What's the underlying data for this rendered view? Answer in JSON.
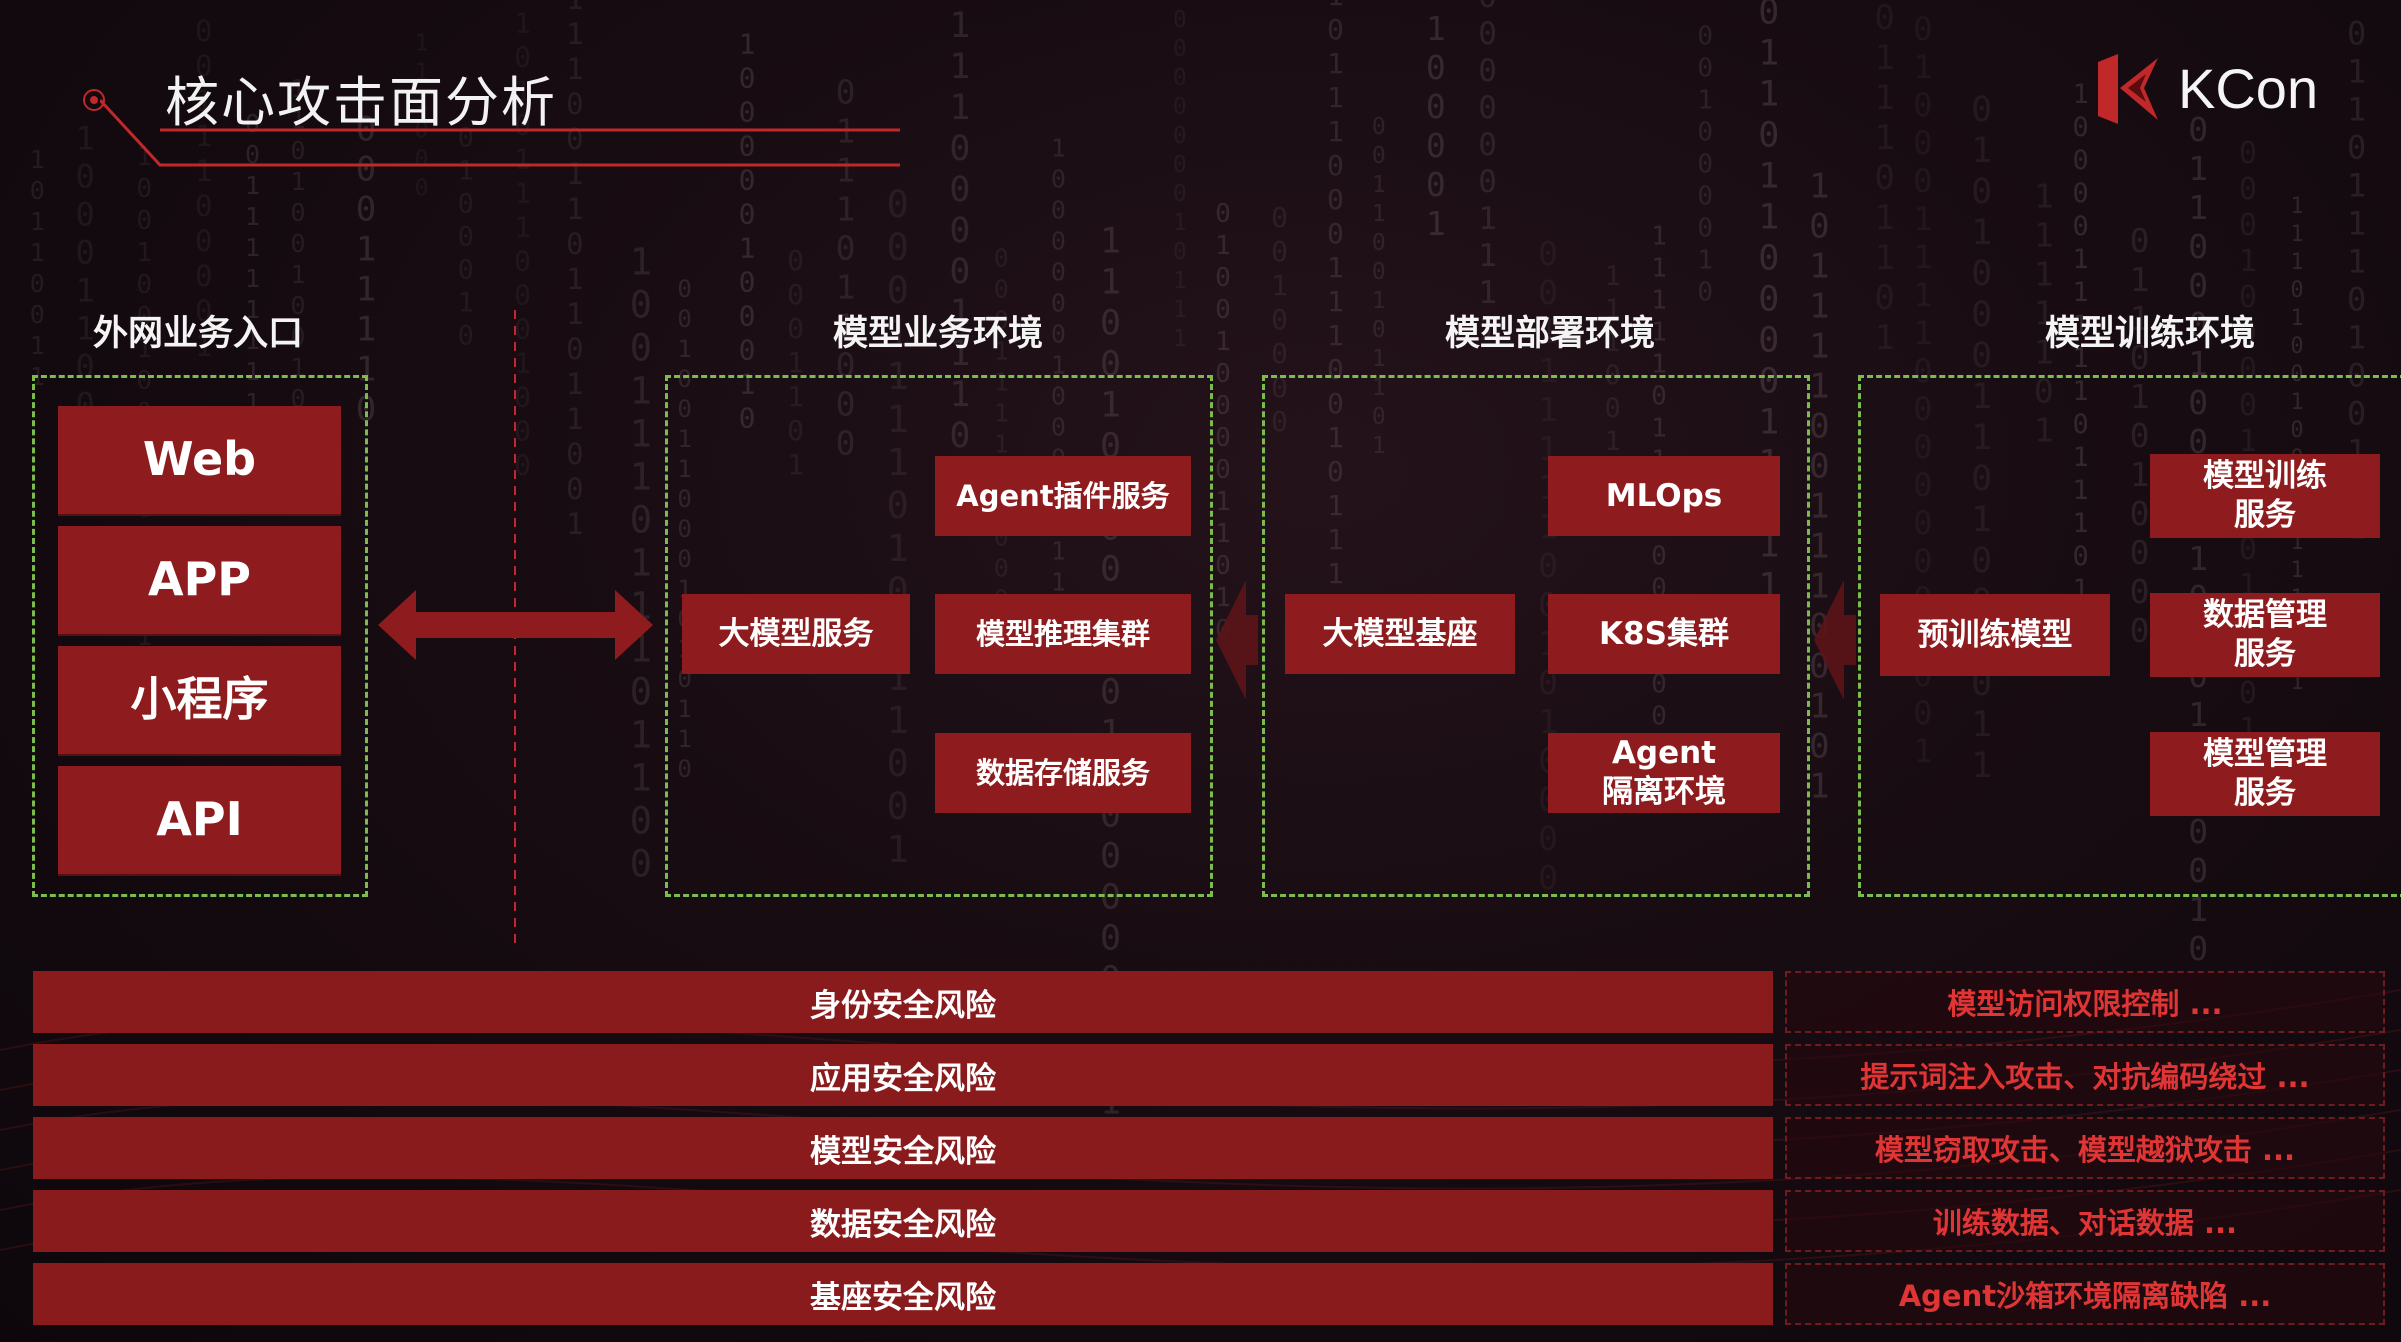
{
  "header": {
    "title": "核心攻击面分析",
    "logo_text": "KCon"
  },
  "sections": {
    "entry": {
      "title": "外网业务入口",
      "items": [
        "Web",
        "APP",
        "小程序",
        "API"
      ]
    },
    "business": {
      "title": "模型业务环境",
      "main": "大模型服务",
      "services": [
        "Agent插件服务",
        "模型推理集群",
        "数据存储服务"
      ]
    },
    "deploy": {
      "title": "模型部署环境",
      "main": "大模型基座",
      "services": [
        "MLOps",
        "K8S集群",
        "Agent\n隔离环境"
      ]
    },
    "training": {
      "title": "模型训练环境",
      "main": "预训练模型",
      "services": [
        "模型训练\n服务",
        "数据管理\n服务",
        "模型管理\n服务"
      ]
    }
  },
  "risks": [
    {
      "label": "身份安全风险",
      "detail": "模型访问权限控制 ..."
    },
    {
      "label": "应用安全风险",
      "detail": "提示词注入攻击、对抗编码绕过 ..."
    },
    {
      "label": "模型安全风险",
      "detail": "模型窃取攻击、模型越狱攻击 ..."
    },
    {
      "label": "数据安全风险",
      "detail": "训练数据、对话数据 ..."
    },
    {
      "label": "基座安全风险",
      "detail": "Agent沙箱环境隔离缺陷 ..."
    }
  ],
  "colors": {
    "accent_red": "#8e1c1e",
    "dashed_green": "#7bbd4c",
    "mitigation_text": "#e03535"
  }
}
